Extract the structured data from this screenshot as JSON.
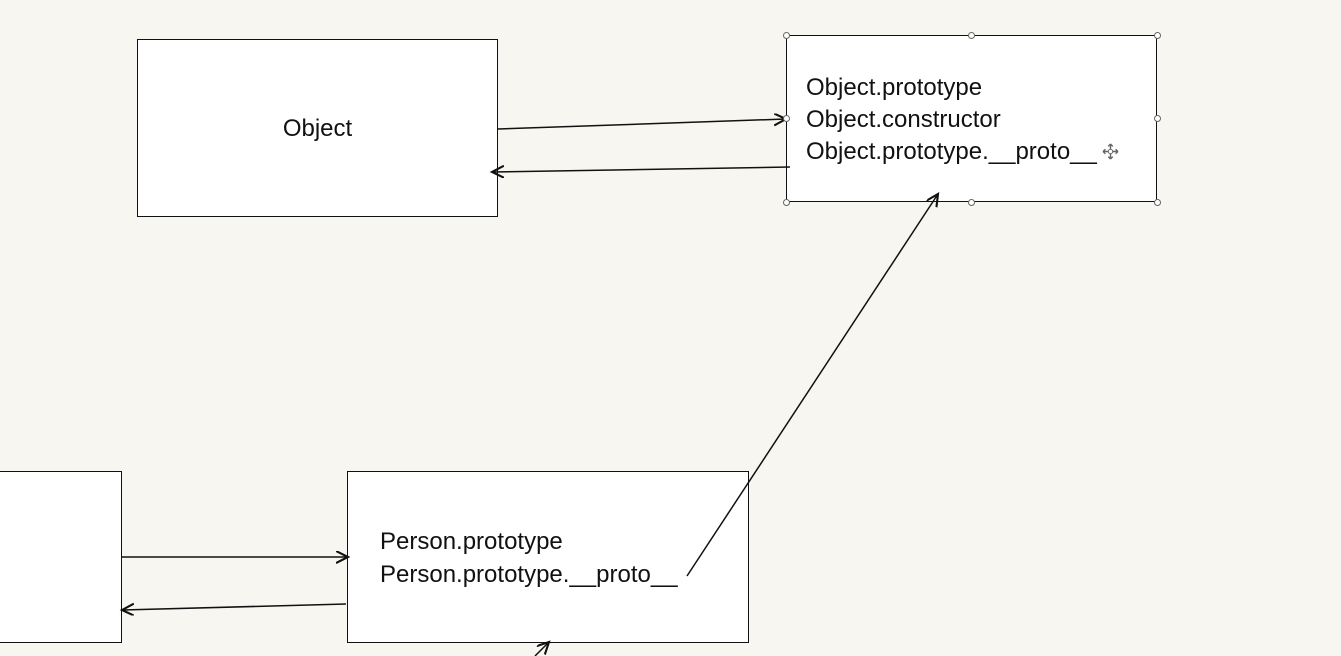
{
  "diagram": {
    "nodes": {
      "object": {
        "label": "Object"
      },
      "object_prototype": {
        "lines": [
          "Object.prototype",
          "Object.constructor",
          "Object.prototype.__proto__"
        ]
      },
      "person_prototype": {
        "lines": [
          "Person.prototype",
          "Person.prototype.__proto__"
        ]
      }
    },
    "colors": {
      "canvas_background": "#f8f6f0",
      "box_fill": "#ffffff",
      "stroke": "#111111",
      "selection_handle": "#666666"
    },
    "icons": {
      "pointer": "move-cursor-icon",
      "handle": "selection-handle-icon"
    }
  }
}
